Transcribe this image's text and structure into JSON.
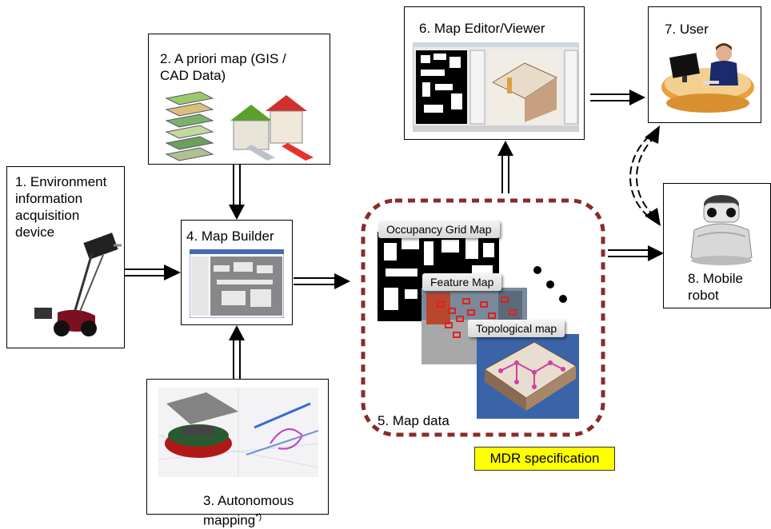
{
  "boxes": {
    "env": "1. Environment\ninformation\nacquisition\ndevice",
    "apriori": "2. A priori map (GIS /\nCAD Data)",
    "autonomous": "3. Autonomous\nmapping",
    "autonomous_sup": "*)",
    "builder": "4. Map Builder",
    "mapdata": "5. Map data",
    "editor": "6. Map Editor/Viewer",
    "user": "7. User",
    "robot": "8. Mobile\nrobot"
  },
  "map_layers": {
    "occupancy": "Occupancy Grid Map",
    "feature": "Feature Map",
    "topological": "Topological map"
  },
  "spec_label": "MDR specification",
  "colors": {
    "dashed_border": "#8b2a2a",
    "spec_highlight": "#ffff00"
  }
}
